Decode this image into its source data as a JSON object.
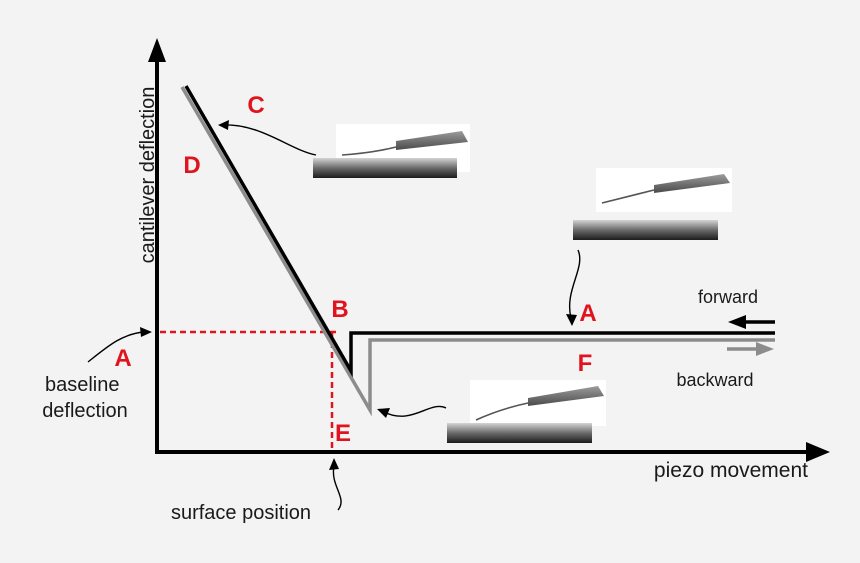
{
  "axes": {
    "y_label": "cantilever deflection",
    "x_label": "piezo movement"
  },
  "annotations": {
    "baseline": [
      "baseline",
      "deflection"
    ],
    "surface_position": "surface position",
    "forward": "forward",
    "backward": "backward"
  },
  "points": {
    "A_left": "A",
    "A_right": "A",
    "B": "B",
    "C": "C",
    "D": "D",
    "E": "E",
    "F": "F"
  },
  "colors": {
    "background": "#f3f3f3",
    "forward_curve": "#000000",
    "backward_curve": "#8c8c8c",
    "marker": "#e0141e"
  }
}
